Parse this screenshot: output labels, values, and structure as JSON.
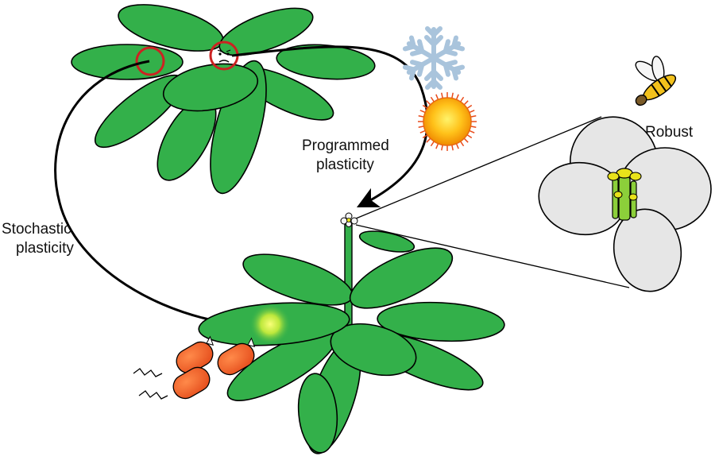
{
  "labels": {
    "programmed_line1": "Programmed",
    "programmed_line2": "plasticity",
    "stochastic_line1": "Stochastic",
    "stochastic_line2": "plasticity",
    "robust": "Robust"
  },
  "colors": {
    "leaf": "#33b04a",
    "highlight_ring": "#cc2222",
    "sun": "#ffb000",
    "snowflake": "#a9c4dc",
    "larva": "#f05a24",
    "petal": "#e6e6e6",
    "glow": "#f2ff3a"
  },
  "icons": [
    "snowflake-icon",
    "sun-icon",
    "bee-icon",
    "sad-face-icon",
    "larva-icon"
  ]
}
